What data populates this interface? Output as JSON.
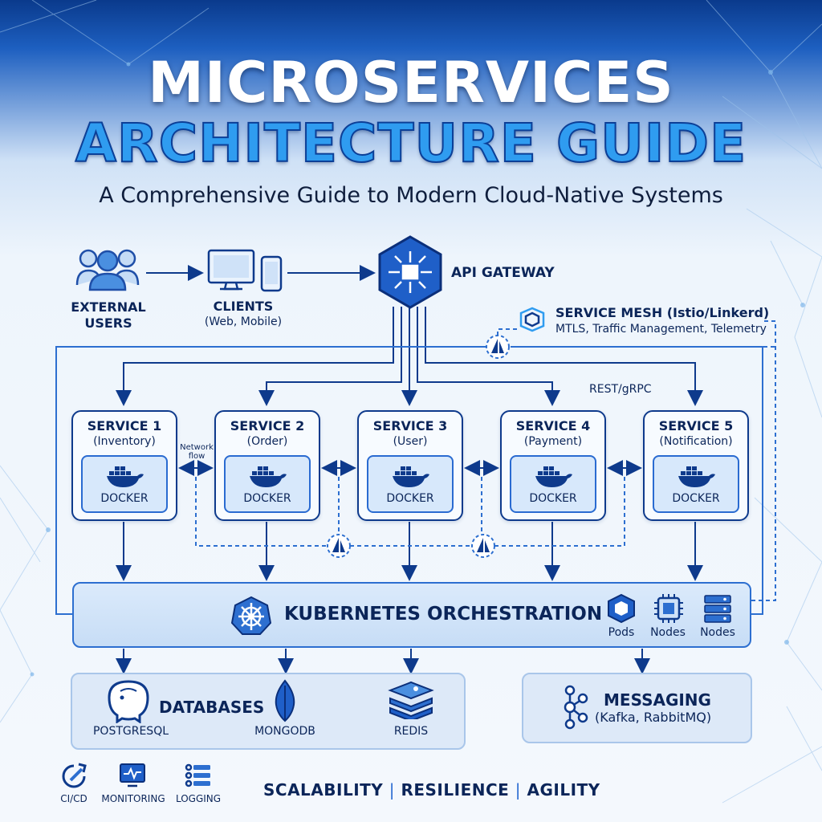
{
  "title": {
    "line1": "MICROSERVICES",
    "line2": "ARCHITECTURE GUIDE",
    "subtitle": "A Comprehensive Guide to Modern Cloud-Native Systems"
  },
  "entry": {
    "external_users": [
      "EXTERNAL",
      "USERS"
    ],
    "clients_label": "CLIENTS",
    "clients_sub": "(Web, Mobile)",
    "api_gateway": "API GATEWAY"
  },
  "service_mesh": {
    "title": "SERVICE MESH (Istio/Linkerd)",
    "desc": "MTLS, Traffic Management, Telemetry"
  },
  "protocol_label": "REST/gRPC",
  "network_flow": [
    "Network",
    "flow"
  ],
  "services": [
    {
      "name": "SERVICE 1",
      "sub": "(Inventory)",
      "container": "DOCKER"
    },
    {
      "name": "SERVICE 2",
      "sub": "(Order)",
      "container": "DOCKER"
    },
    {
      "name": "SERVICE 3",
      "sub": "(User)",
      "container": "DOCKER"
    },
    {
      "name": "SERVICE 4",
      "sub": "(Payment)",
      "container": "DOCKER"
    },
    {
      "name": "SERVICE 5",
      "sub": "(Notification)",
      "container": "DOCKER"
    }
  ],
  "kubernetes": {
    "title": "KUBERNETES ORCHESTRATION",
    "items": [
      "Pods",
      "Nodes",
      "Nodes"
    ]
  },
  "databases": {
    "title": "DATABASES",
    "items": [
      "POSTGRESQL",
      "MONGODB",
      "REDIS"
    ]
  },
  "messaging": {
    "title": "MESSAGING",
    "sub": "(Kafka, RabbitMQ)"
  },
  "tools": [
    "CI/CD",
    "MONITORING",
    "LOGGING"
  ],
  "tagline": {
    "a": "SCALABILITY",
    "b": "RESILIENCE",
    "c": "AGILITY",
    "divider": "|"
  },
  "colors": {
    "navy": "#0e3a8c",
    "accent": "#2f9cf0",
    "panel": "#dde9f8"
  }
}
